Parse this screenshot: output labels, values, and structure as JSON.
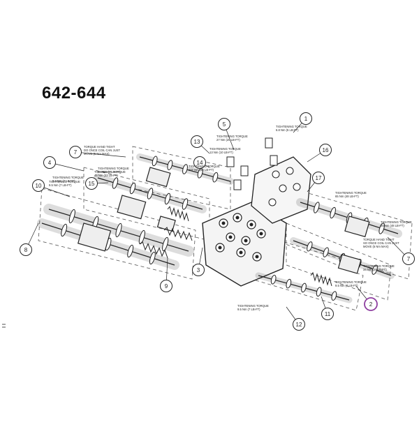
{
  "title": "642-644",
  "callouts": [
    {
      "num": "1"
    },
    {
      "num": "2"
    },
    {
      "num": "3"
    },
    {
      "num": "4"
    },
    {
      "num": "5"
    },
    {
      "num": "7"
    },
    {
      "num": "7"
    },
    {
      "num": "8"
    },
    {
      "num": "9"
    },
    {
      "num": "10"
    },
    {
      "num": "11"
    },
    {
      "num": "12"
    },
    {
      "num": "13"
    },
    {
      "num": "14"
    },
    {
      "num": "15"
    },
    {
      "num": "16"
    },
    {
      "num": "17"
    }
  ],
  "torque_notes": [
    {
      "l1": "TIGHTENING TORQUE",
      "l2": "6.8 Nm (5 LB-FT)"
    },
    {
      "l1": "TIGHTENING TORQUE",
      "l2": "27 Nm (20 LB-FT)"
    },
    {
      "l1": "TIGHTENING TORQUE",
      "l2": "13 Nm (10 LB-FT)"
    },
    {
      "l1": "TIGHTENING TORQUE",
      "l2": "107 Nm (80 LB-FT)"
    },
    {
      "l1": "TIGHTENING TORQUE",
      "l2": "9.5 Nm (7 LB-FT)"
    },
    {
      "l1": "TIGHTENING TORQUE",
      "l2": "45 Nm (33 LB-FT)"
    },
    {
      "l1": "TIGHTENING TORQUE",
      "l2": "9.5 Nm (7 LB-FT)"
    },
    {
      "l1": "TIGHTENING TORQUE",
      "l2": "9.5 Nm (7 LB-FT)"
    },
    {
      "l1": "TIGHTENING TORQUE",
      "l2": "65 Nm (48 LB-FT)"
    },
    {
      "l1": "TIGHTENING TORQUE",
      "l2": "34 Nm (25 LB-FT)"
    },
    {
      "l1": "TIGHTENING TORQUE",
      "l2": "65 Nm (48 LB-FT)"
    },
    {
      "l1": "TIGHTENING TORQUE",
      "l2": "9.5 Nm (7 LB-FT)"
    },
    {
      "l1": "TIGHTENING TORQUE",
      "l2": "9.5 Nm (7 LB-FT)"
    }
  ],
  "hand_notes": [
    {
      "l1": "TORQUE HAND TIGHT",
      "l2": "DO ONCE COIL CAN JUST",
      "l3": "MOVE (5 Nm MAX)"
    },
    {
      "l1": "TORQUE HAND TIGHT",
      "l2": "SO ONCE COIL CAN JUST",
      "l3": "MOVE (5 Nm MAX)"
    }
  ],
  "colors": {
    "ink": "#222222",
    "highlight": "#8e3ea0",
    "dash": "#555555"
  }
}
